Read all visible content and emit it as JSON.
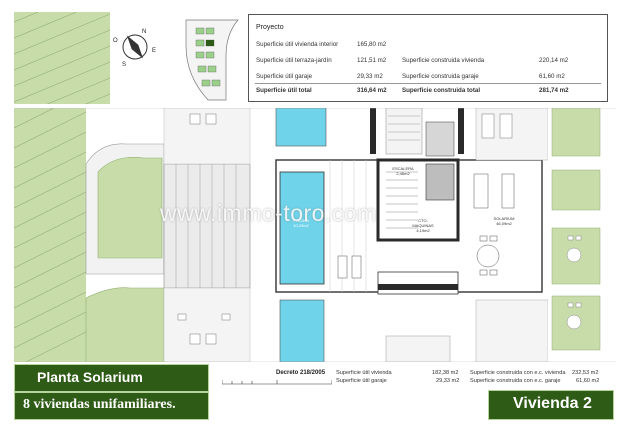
{
  "project": {
    "title": "Proyecto",
    "rows": [
      {
        "label": "Superficie útil vivienda interior",
        "value": "165,80 m2",
        "label2": "",
        "value2": ""
      },
      {
        "label": "Superficie útil terraza-jardín",
        "value": "121,51 m2",
        "label2": "Superficie construida vivienda",
        "value2": "220,14 m2"
      },
      {
        "label": "Superficie útil garaje",
        "value": "29,33 m2",
        "label2": "Superficie construida garaje",
        "value2": "61,60 m2"
      },
      {
        "label": "Superficie útil total",
        "value": "316,64 m2",
        "label2": "Superficie construida total",
        "value2": "281,74 m2"
      }
    ]
  },
  "compass": {
    "letters": [
      "N",
      "E",
      "S",
      "O"
    ]
  },
  "plan": {
    "rooms": {
      "pool": "PISCINA\n10,29m2",
      "solarium": "SOLARIUM\n46,09m2",
      "stair": "ESCALERA\n2,46m2",
      "machine": "CTO.\nMAQUINAS\n4,19m2"
    }
  },
  "watermark": "www.immo-toro.com",
  "footer": {
    "plan_title": "Planta Solarium",
    "subtitle": "8 viviendas unifamiliares.",
    "unit": "Vivienda 2",
    "decree": "Decreto 218/2005",
    "summary": [
      {
        "label": "Superficie útil vivienda",
        "value": "182,38 m2",
        "label2": "Superficie construida con e.c. vivienda",
        "value2": "232,53 m2"
      },
      {
        "label": "Superficie útil garaje",
        "value": "29,33 m2",
        "label2": "Superficie construida con e.c. garaje",
        "value2": "61,60 m2"
      }
    ]
  },
  "colors": {
    "green": "#2e5b16",
    "garden": "#c8dcaa",
    "pool": "#6fd3ea",
    "wall": "#2a2a2a",
    "paving": "#e6e6e6"
  }
}
